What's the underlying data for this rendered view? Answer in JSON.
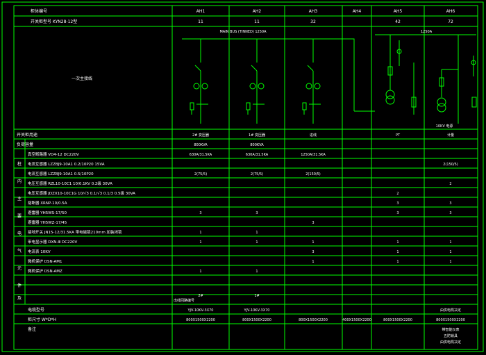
{
  "header": {
    "cabinet_label": "柜体编号",
    "type_label": "开关柜型号 KYN28-12型",
    "cabinets": [
      "AH1",
      "AH2",
      "AH3",
      "AH4",
      "AH5",
      "AH6"
    ],
    "scheme_numbers": [
      "11",
      "11",
      "32",
      "",
      "42",
      "72"
    ]
  },
  "schematic": {
    "label": "一次主接线",
    "bus_label": "MAIN BUS (TINNED) 1250A",
    "bus2_label": "1250A",
    "ah6_note": "10KV 电源"
  },
  "usage": {
    "label": "开关柜用途",
    "values": [
      "2# 变压器",
      "1# 变压器",
      "进线",
      "",
      "PT",
      "计量"
    ]
  },
  "capacity": {
    "label": "负荷容量",
    "values": [
      "800KVA",
      "800KVA",
      "",
      "",
      "",
      ""
    ]
  },
  "equipment": [
    {
      "name": "真空断路器 VD4-12 DC220V",
      "values": [
        "630A/31.5KA",
        "630A/31.5KA",
        "1250A/31.5KA",
        "",
        "",
        ""
      ]
    },
    {
      "name": "电流互感器 LZZBJ9-10A1 0.2/10P20 15VA",
      "values": [
        "",
        "",
        "",
        "",
        "",
        "2(150/5)"
      ]
    },
    {
      "name": "电流互感器 LZZBJ9-10A1 0.5/10P20",
      "values": [
        "2(75/5)",
        "2(75/5)",
        "2(150/5)",
        "",
        "",
        ""
      ]
    },
    {
      "name": "电压互感器 RZL10-10C1 10/0.1KV 0.2级 30VA",
      "values": [
        "",
        "",
        "",
        "",
        "",
        "2"
      ]
    },
    {
      "name": "电压互感器 JDZX10-10C1G 10/√3 0.1/√3 0.1/3 0.5级 30VA",
      "values": [
        "",
        "",
        "",
        "",
        "2",
        ""
      ]
    },
    {
      "name": "熔断器 XRNP-10/0.5A",
      "values": [
        "",
        "",
        "",
        "",
        "3",
        "3"
      ]
    },
    {
      "name": "避雷器 YH5WS-17/50",
      "values": [
        "3",
        "3",
        "",
        "",
        "3",
        "3"
      ]
    },
    {
      "name": "避雷器 YH5WZ-17/45",
      "values": [
        "",
        "",
        "3",
        "",
        "",
        ""
      ]
    },
    {
      "name": "接地开关 JN15-12/31.5KA 带电磁锁210mm 加装闭锁",
      "values": [
        "1",
        "1",
        "",
        "",
        "",
        ""
      ]
    },
    {
      "name": "带电显示器 DXN-Ⅲ DC220V",
      "values": [
        "1",
        "1",
        "1",
        "",
        "1",
        "1"
      ]
    },
    {
      "name": "电流表 10KV",
      "values": [
        "",
        "",
        "3",
        "",
        "1",
        "1"
      ]
    },
    {
      "name": "微机保护 DSN-AM1",
      "values": [
        "",
        "",
        "1",
        "",
        "1",
        "1"
      ]
    },
    {
      "name": "微机保护 DSN-AMZ",
      "values": [
        "1",
        "1",
        "",
        "",
        "",
        ""
      ]
    }
  ],
  "side_label": [
    "柱",
    "内",
    "主",
    "要",
    "电",
    "气",
    "元",
    "件",
    "及"
  ],
  "footer": {
    "cable_label": "出线回路编号",
    "cable_values": [
      "2#",
      "1#",
      "",
      "",
      "",
      ""
    ],
    "cable_model_label": "电缆型号",
    "cable_model_values": [
      "YJV-10KV-3X70",
      "YJV-10KV-3X70",
      "",
      "",
      "",
      "由供电局决定"
    ],
    "size_label": "柜尺寸 W*D*H",
    "size_values": [
      "800X1500X2200",
      "800X1500X2200",
      "800X1500X2200",
      "400X1500X2200",
      "800X1500X2200",
      "800X1500X2200"
    ],
    "remark_label": "备注",
    "remark_values": [
      "",
      "",
      "",
      "",
      "",
      "带智能仪表\n五防锁具\n由供电局决定"
    ]
  },
  "colors": {
    "line": "#00ff00",
    "text": "#ffffff",
    "background": "#000000"
  }
}
